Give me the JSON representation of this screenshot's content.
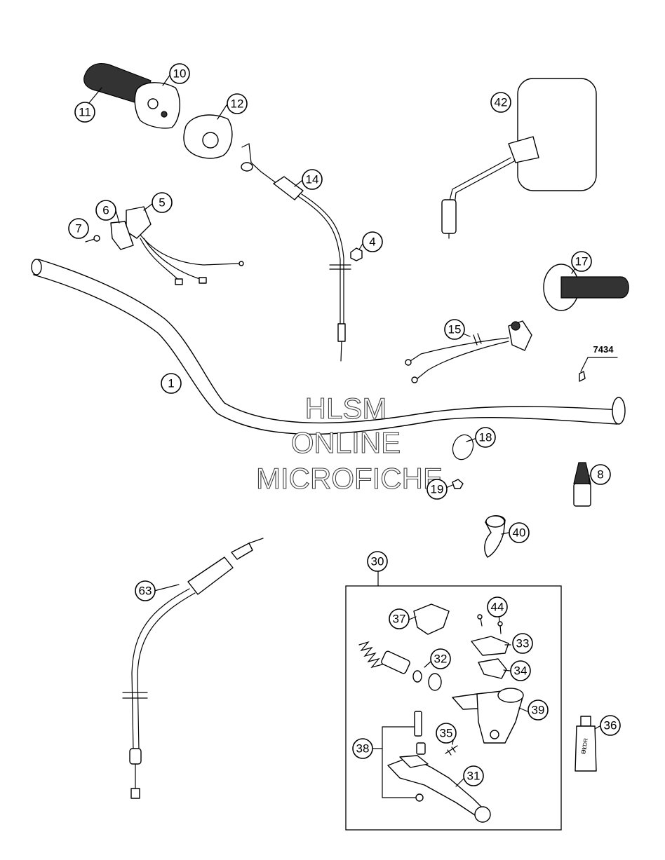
{
  "callouts": {
    "c1": "1",
    "c4": "4",
    "c5": "5",
    "c6": "6",
    "c7": "7",
    "c8": "8",
    "c10": "10",
    "c11": "11",
    "c12": "12",
    "c14": "14",
    "c15": "15",
    "c17": "17",
    "c18": "18",
    "c19": "19",
    "c30": "30",
    "c31": "31",
    "c32": "32",
    "c33": "33",
    "c34": "34",
    "c35": "35",
    "c36": "36",
    "c37": "37",
    "c38": "38",
    "c39": "39",
    "c40": "40",
    "c42": "42",
    "c44": "44",
    "c63": "63"
  },
  "ref_number": "7434",
  "bottle_text": {
    "line1": "HYDR",
    "line2": "OL"
  },
  "watermark": {
    "line1": "HLSM",
    "line2": "ONLINE",
    "line3": "MICROFICHE"
  }
}
